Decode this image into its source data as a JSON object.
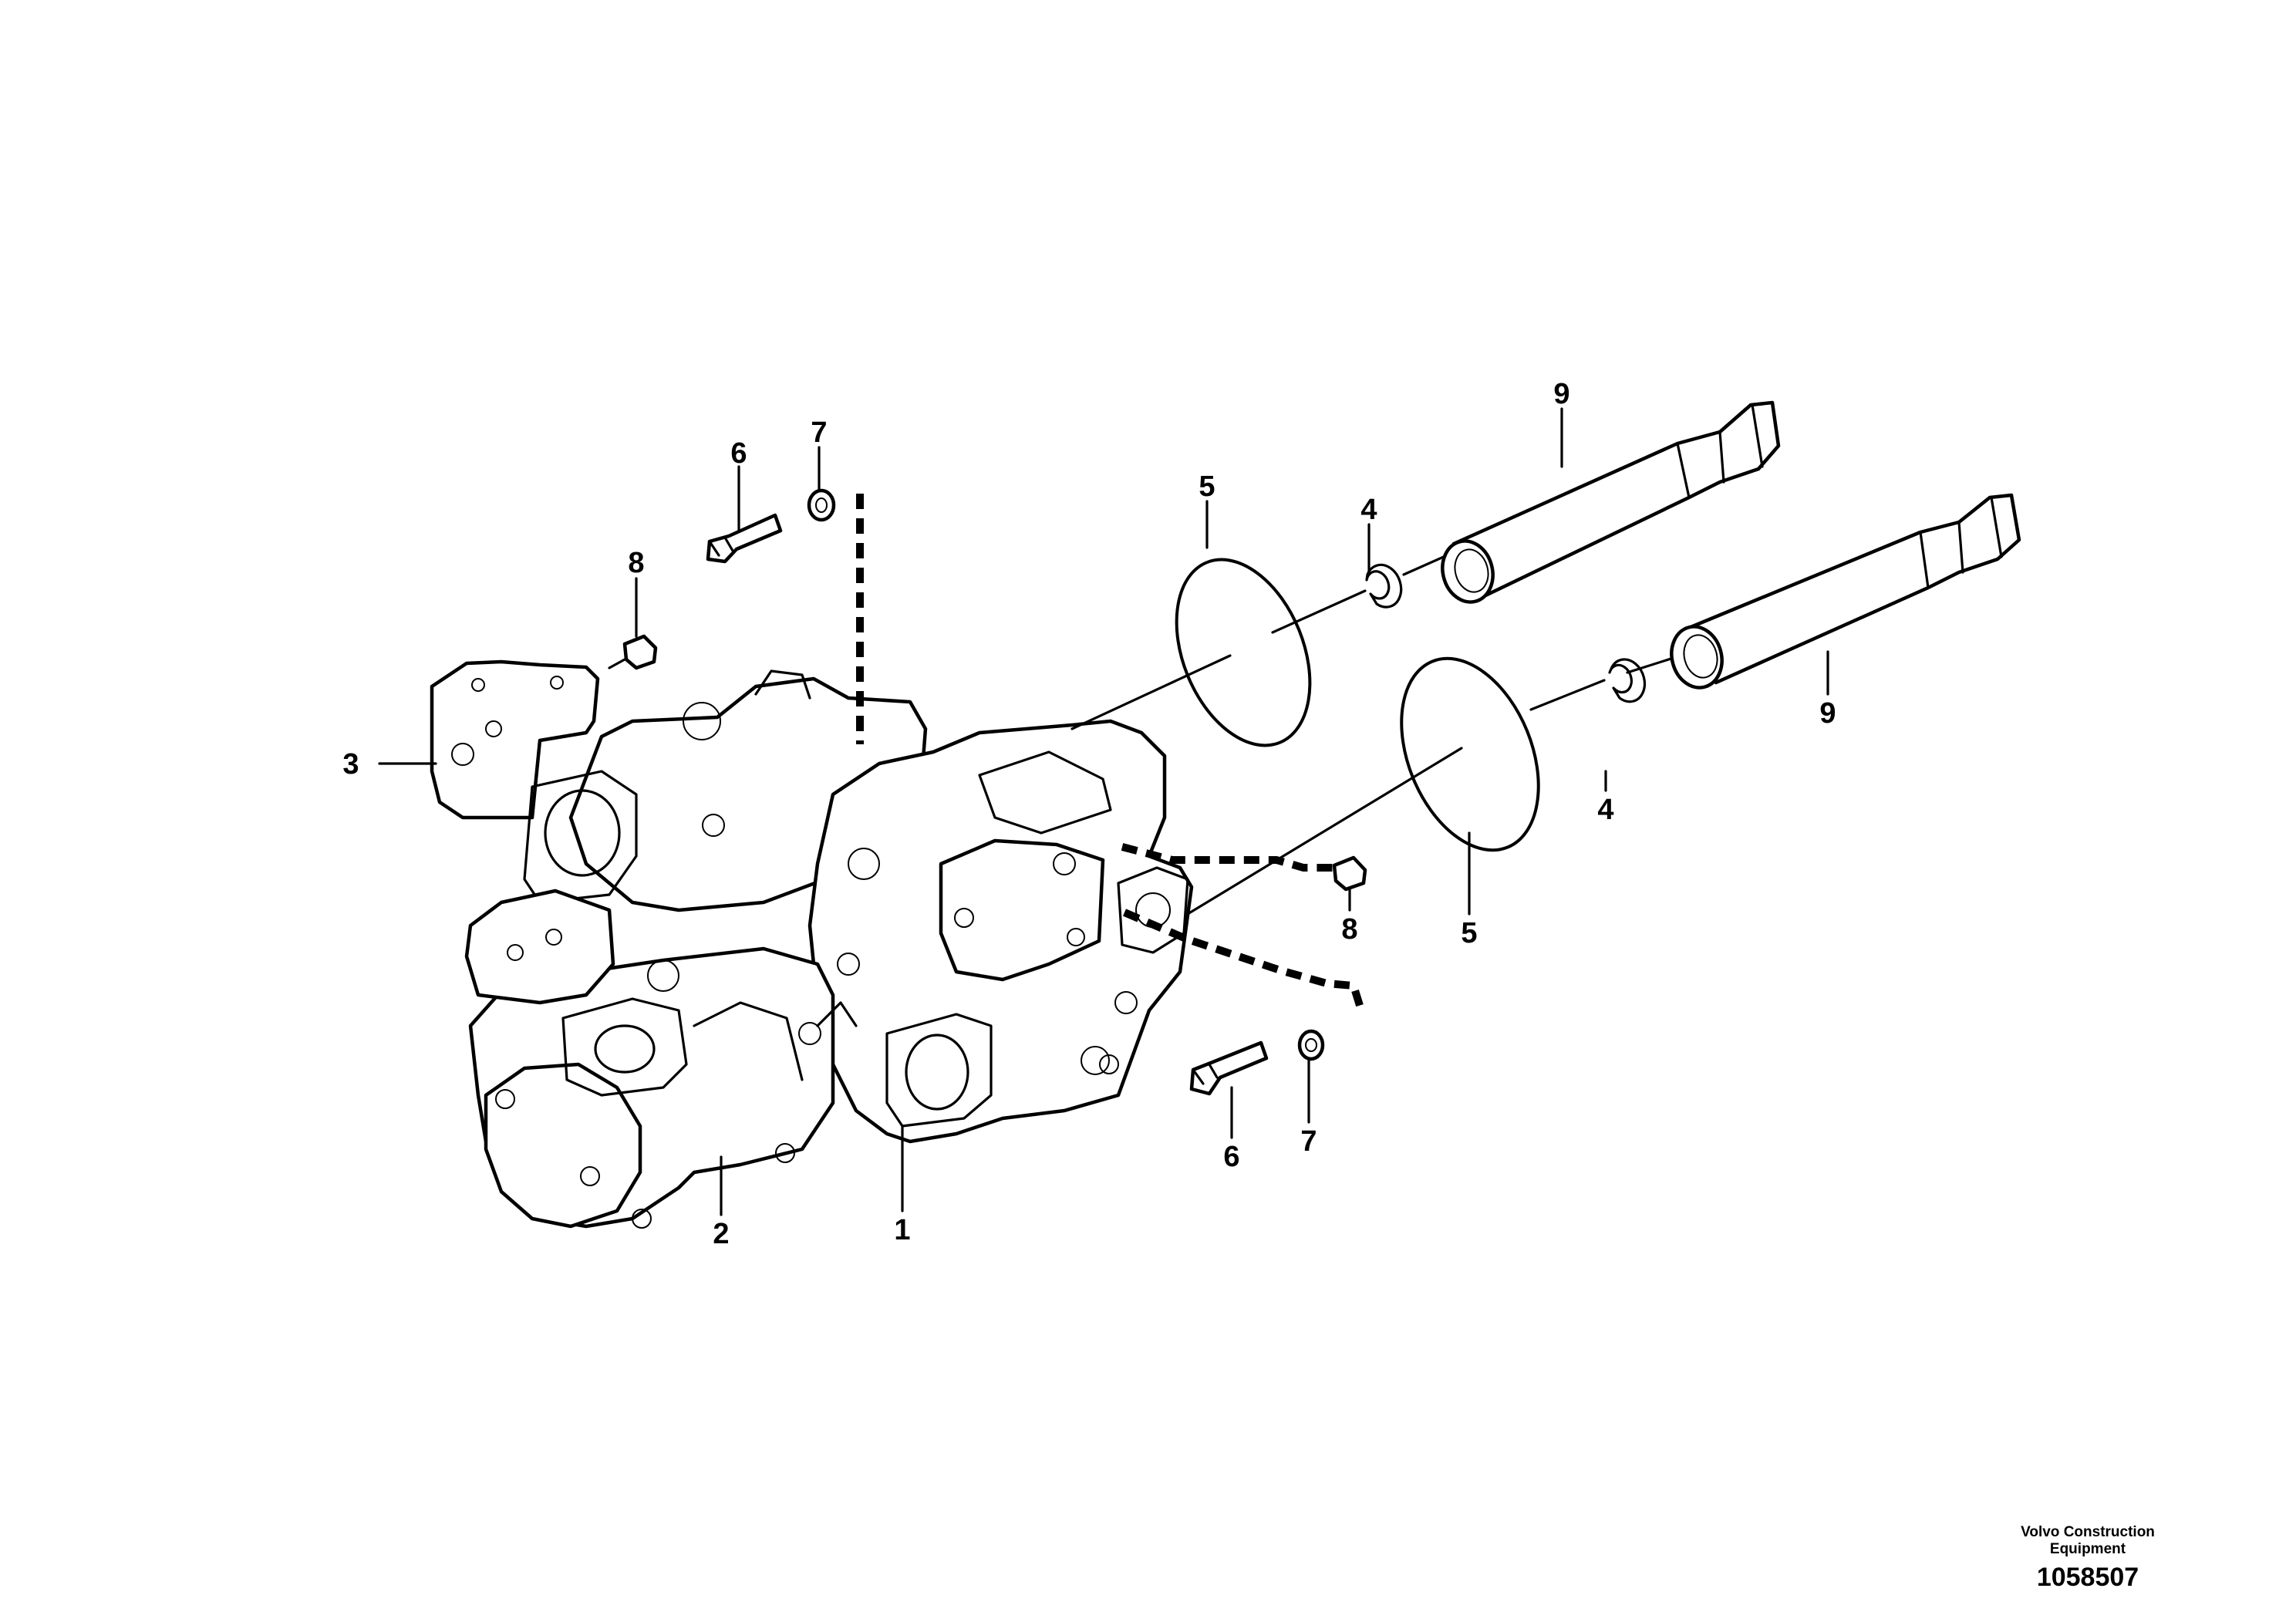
{
  "callouts": {
    "c1": "1",
    "c2": "2",
    "c3": "3",
    "c4a": "4",
    "c4b": "4",
    "c5a": "5",
    "c5b": "5",
    "c6a": "6",
    "c6b": "6",
    "c7a": "7",
    "c7b": "7",
    "c8a": "8",
    "c8b": "8",
    "c9a": "9",
    "c9b": "9"
  },
  "footer": {
    "publisher_line1": "Volvo Construction",
    "publisher_line2": "Equipment",
    "illustration_number": "1058507"
  }
}
